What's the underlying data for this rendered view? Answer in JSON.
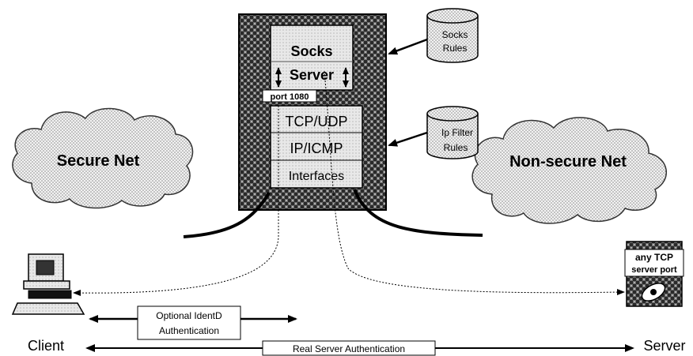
{
  "firewall": {
    "socks_server_line1": "Socks",
    "socks_server_line2": "Server",
    "port_label": "port 1080",
    "layers": [
      "TCP/UDP",
      "IP/ICMP",
      "Interfaces"
    ]
  },
  "rule_stores": [
    {
      "line1": "Socks",
      "line2": "Rules"
    },
    {
      "line1": "Ip Filter",
      "line2": "Rules"
    }
  ],
  "networks": {
    "secure": "Secure Net",
    "nonsecure": "Non-secure Net"
  },
  "server_box": {
    "line1": "any TCP",
    "line2": "server  port"
  },
  "endpoints": {
    "client": "Client",
    "server": "Server"
  },
  "authentication": {
    "identd_line1": "Optional IdentD",
    "identd_line2": "Authentication",
    "real_server": "Real Server Authentication"
  }
}
